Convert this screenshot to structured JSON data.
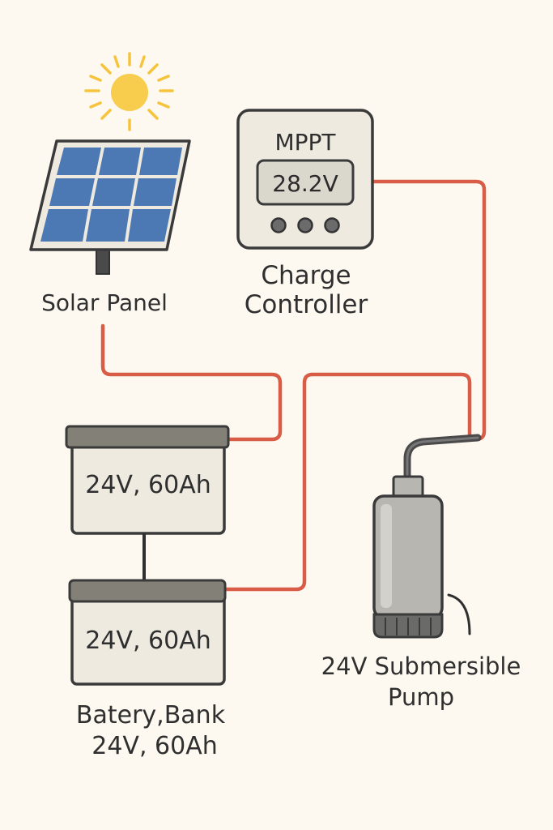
{
  "solar_panel": {
    "label": "Solar Panel",
    "icon": "sun-icon"
  },
  "charge_controller": {
    "header": "MPPT",
    "display_value": "28.2V",
    "label_line1": "Charge",
    "label_line2": "Controller"
  },
  "battery_top": {
    "rating": "24V, 60Ah"
  },
  "battery_bottom": {
    "rating": "24V, 60Ah",
    "label_line1": "Batery,Bank",
    "label_line2": "24V, 60Ah"
  },
  "pump": {
    "label_line1": "24V Submersible",
    "label_line2": "Pump"
  },
  "colors": {
    "background": "#fdf9f0",
    "wire": "#d85c46",
    "outline": "#3a3a3a",
    "panel_cell": "#4c78b4",
    "sun": "#f8cd4d",
    "box_fill": "#efece2",
    "battery_lid": "#828077",
    "pump_body": "#b7b6b0"
  }
}
